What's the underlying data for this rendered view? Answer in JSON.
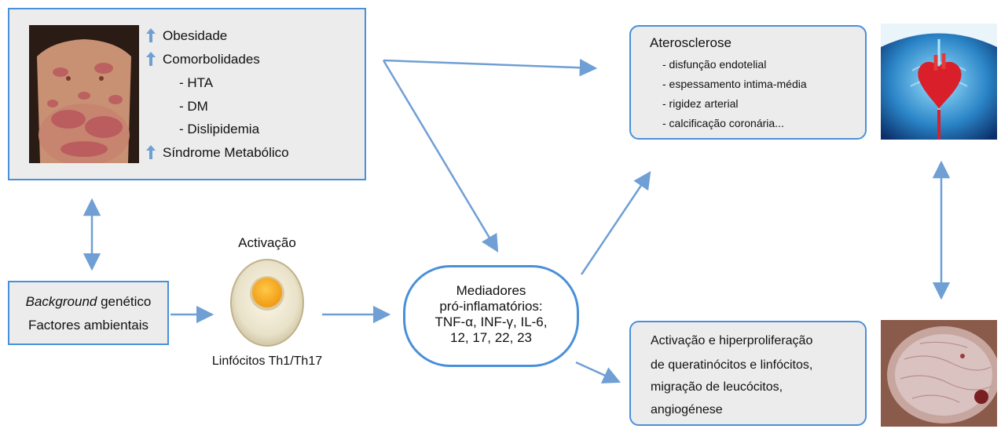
{
  "colors": {
    "arrow": "#6f9fd4",
    "border": "#4a90d9",
    "box_fill": "#ececec"
  },
  "top_box": {
    "photo": "psoriasis-torso-photo",
    "items": [
      {
        "label": "Obesidade",
        "icon": "up-arrow-icon"
      },
      {
        "label": "Comorbolidades",
        "icon": "up-arrow-icon"
      },
      {
        "label": "- HTA"
      },
      {
        "label": "- DM"
      },
      {
        "label": "- Dislipidemia"
      },
      {
        "label": "Síndrome Metabólico",
        "icon": "up-arrow-icon"
      }
    ]
  },
  "genetic_box": {
    "line1_italic": "Background",
    "line1_rest": " genético",
    "line2": "Factores ambientais"
  },
  "cell": {
    "top_label": "Activação",
    "bottom_label": "Linfócitos Th1/Th17"
  },
  "mediators": {
    "lines": [
      "Mediadores",
      "pró-inflamatórios:",
      "TNF-α, INF-γ, IL-6,",
      "12, 17, 22, 23"
    ]
  },
  "athero_box": {
    "title": "Aterosclerose",
    "items": [
      "- disfunção endotelial",
      "- espessamento intima-média",
      "- rigidez arterial",
      "- calcificação coronária..."
    ],
    "image": "heart-anatomy-image"
  },
  "skin_box": {
    "lines": [
      "Activação e hiperproliferação",
      "de queratinócitos e linfócitos,",
      "migração de leucócitos,",
      "angiogénese"
    ],
    "image": "psoriasis-plaque-image"
  }
}
